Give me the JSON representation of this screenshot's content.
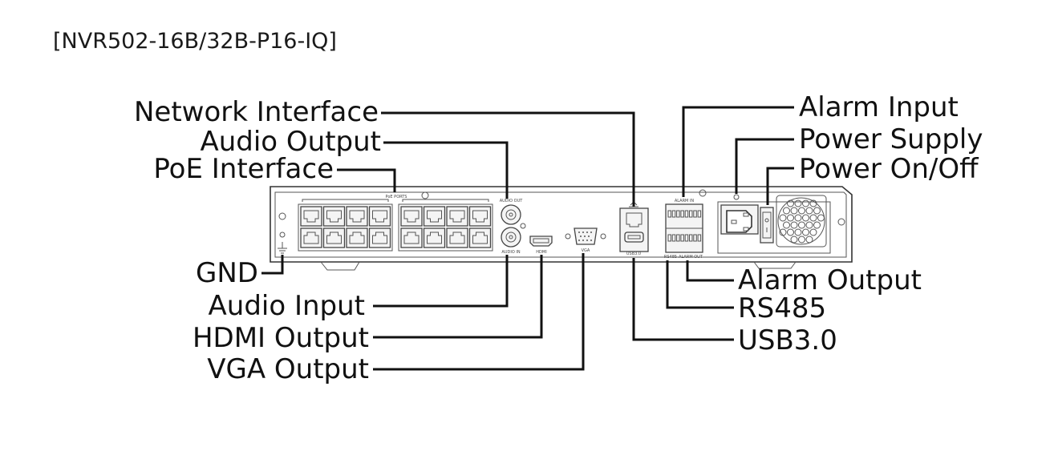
{
  "title": "[NVR502-16B/32B-P16-IQ]",
  "callouts": {
    "network_interface": "Network Interface",
    "audio_output": "Audio Output",
    "poe_interface": "PoE Interface",
    "gnd": "GND",
    "audio_input": "Audio Input",
    "hdmi_output": "HDMI Output",
    "vga_output": "VGA Output",
    "alarm_input": "Alarm Input",
    "power_supply": "Power Supply",
    "power_on_off": "Power On/Off",
    "alarm_output": "Alarm Output",
    "rs485": "RS485",
    "usb": "USB3.0"
  },
  "panel_markings": {
    "poe_group": "PoE PORTS",
    "audio_out": "AUDIO OUT",
    "audio_in": "AUDIO IN",
    "hdmi": "HDMI",
    "vga": "VGA",
    "usb": "USB3.0",
    "alarm_in": "ALARM IN",
    "rs485": "RS485",
    "alarm_out": "ALARM OUT"
  }
}
